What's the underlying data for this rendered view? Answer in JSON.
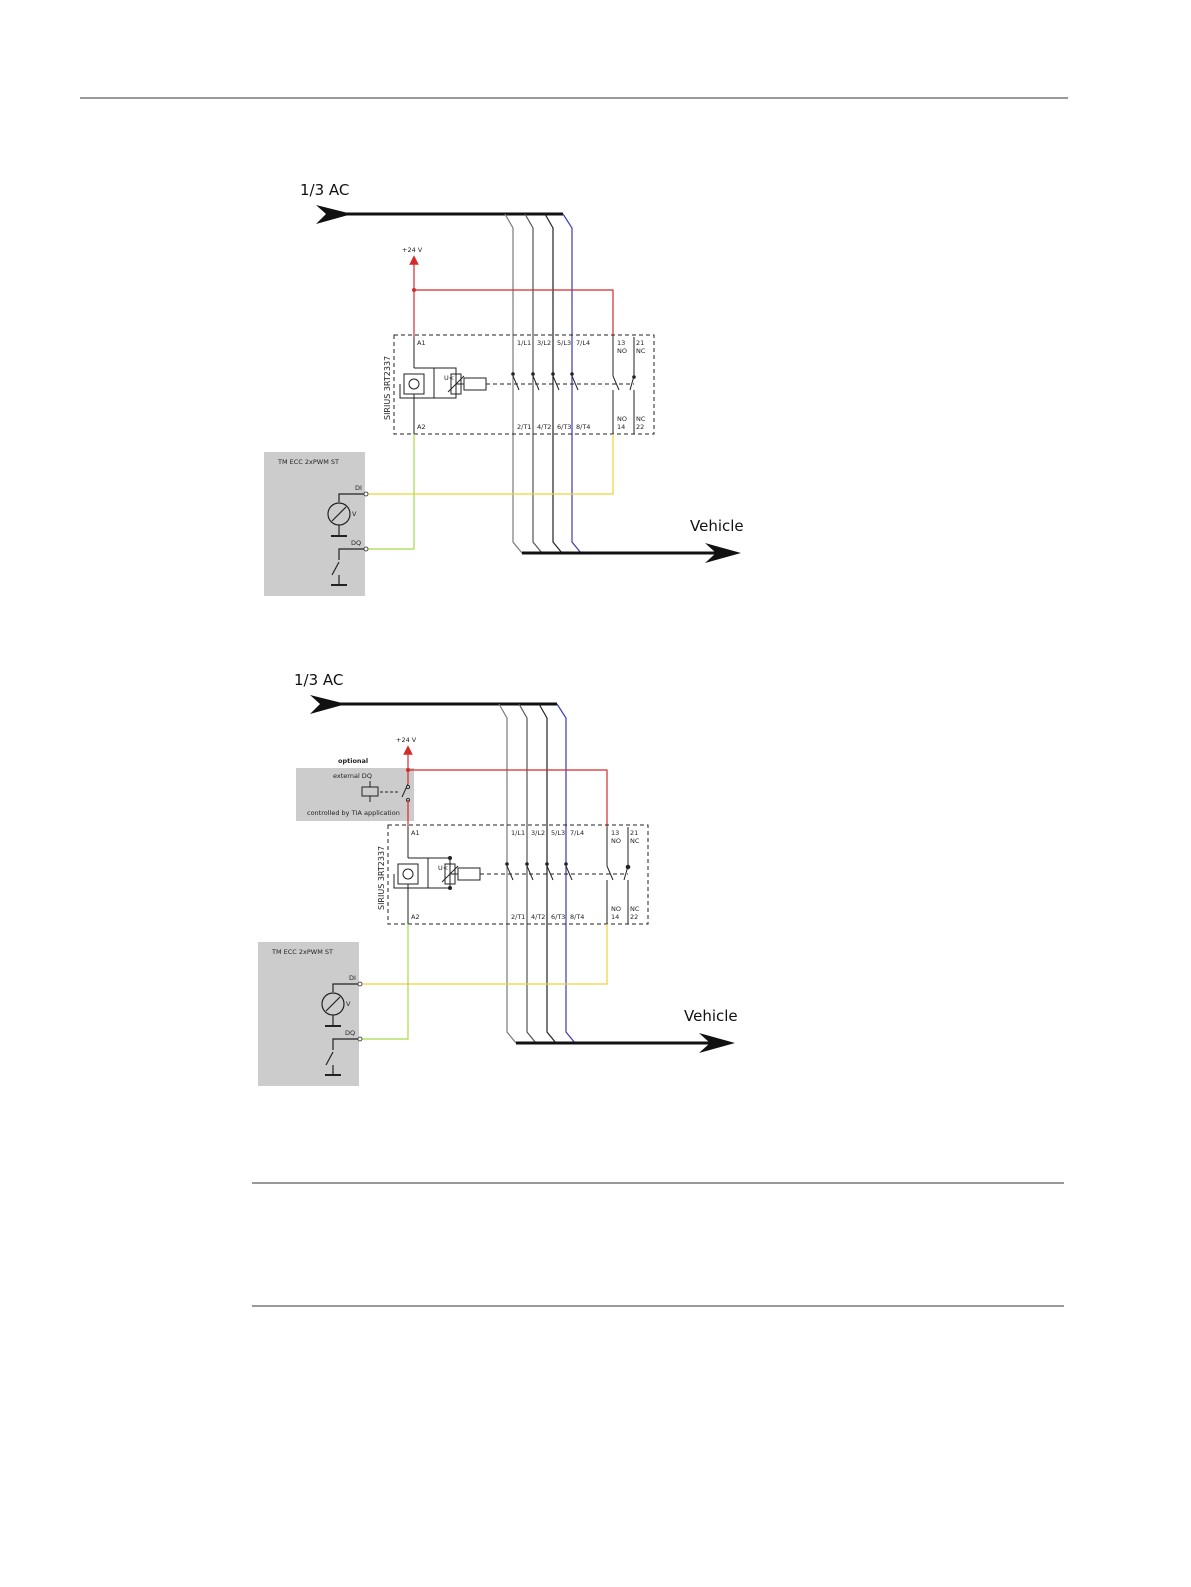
{
  "colors": {
    "phase_black": "#222222",
    "phase_grey": "#7a7a7a",
    "phase_blue": "#3b3bb3",
    "supply_red": "#d42a2a",
    "signal_yellow": "#f0d23a",
    "signal_green": "#a8d94a",
    "module_fill": "#cccccc"
  },
  "diagram1": {
    "supply_label": "1/3 AC",
    "vehicle_label": "Vehicle",
    "voltage_label": "+24 V",
    "contactor_name": "SIRIUS 3RT2337",
    "coil_label": "U<",
    "terminals_top": [
      "A1",
      "1/L1",
      "3/L2",
      "5/L3",
      "7/L4",
      "13",
      "NO",
      "21",
      "NC"
    ],
    "terminals_bottom": [
      "A2",
      "2/T1",
      "4/T2",
      "6/T3",
      "8/T4",
      "NO",
      "14",
      "NC",
      "22"
    ],
    "module": {
      "title": "TM ECC 2xPWM ST",
      "di_label": "DI",
      "dq_label": "DQ",
      "meter_label": "V"
    }
  },
  "diagram2": {
    "supply_label": "1/3 AC",
    "vehicle_label": "Vehicle",
    "voltage_label": "+24 V",
    "contactor_name": "SIRIUS 3RT2337",
    "coil_label": "U<",
    "terminals_top": [
      "A1",
      "1/L1",
      "3/L2",
      "5/L3",
      "7/L4",
      "13",
      "NO",
      "21",
      "NC"
    ],
    "terminals_bottom": [
      "A2",
      "2/T1",
      "4/T2",
      "6/T3",
      "8/T4",
      "NO",
      "14",
      "NC",
      "22"
    ],
    "optional": {
      "title": "optional",
      "label": "external DQ",
      "caption": "controlled by TIA application"
    },
    "module": {
      "title": "TM ECC 2xPWM ST",
      "di_label": "DI",
      "dq_label": "DQ",
      "meter_label": "V"
    }
  }
}
